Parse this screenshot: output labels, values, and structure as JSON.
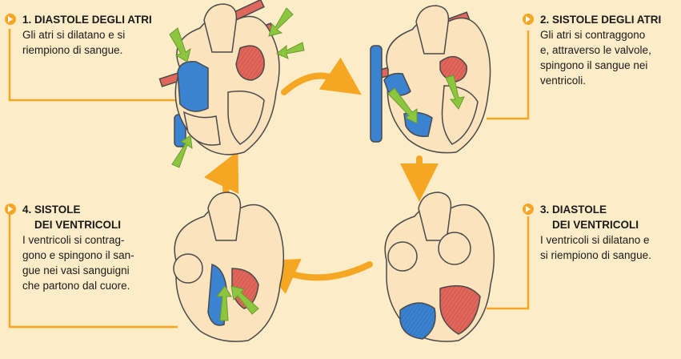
{
  "colors": {
    "background": "#fdecc8",
    "accent": "#f5a623",
    "heart_fill": "#fbe3bd",
    "outline": "#4a4a4a",
    "blood_red": "#e0675c",
    "blood_blue": "#3b82d1",
    "flow_arrow": "#8cc63f"
  },
  "steps": [
    {
      "number_title": "1. DIASTOLE DEGLI ATRI",
      "description": "Gli atri si dilatano e si\nriempiono di sangue."
    },
    {
      "number_title": "2. SISTOLE DEGLI ATRI",
      "description": "Gli atri si contraggono\ne, attraverso le valvole,\nspingono il sangue nei\nventricoli."
    },
    {
      "number_title": "3. DIASTOLE\n    DEI VENTRICOLI",
      "description": "I ventricoli si dilatano e\nsi riempiono di sangue."
    },
    {
      "number_title": "4. SISTOLE\n    DEI VENTRICOLI",
      "description": "I ventricoli si contrag-\ngono e spingono il san-\ngue nei vasi sanguigni\nche partono dal cuore."
    }
  ]
}
